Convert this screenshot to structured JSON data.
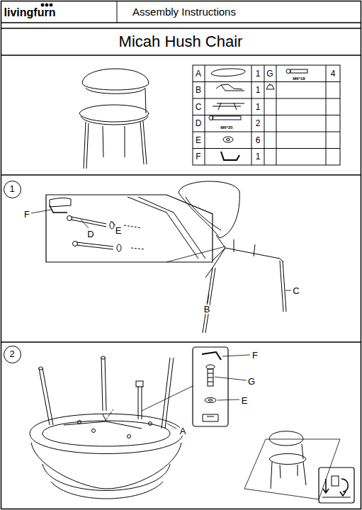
{
  "diagram": {
    "title": "Micah Hush Chair",
    "nodes": [
      {
        "text": [
          "livingfurn"
        ]
      },
      {
        "text": [
          "Assembly Instructions"
        ]
      },
      {
        "text": [
          "Micah Hush Chair"
        ]
      },
      {
        "text": [
          "1"
        ]
      },
      {
        "text": [
          "2"
        ]
      }
    ],
    "edges": [],
    "labels": [
      "A",
      "1",
      "G",
      "M6*18",
      "4",
      "B",
      "1",
      "C",
      "1",
      "D",
      "M6*35",
      "2",
      "E",
      "6",
      "F",
      "1",
      "F",
      "D",
      "E",
      "B",
      "C",
      "F",
      "G",
      "E",
      "A"
    ]
  }
}
